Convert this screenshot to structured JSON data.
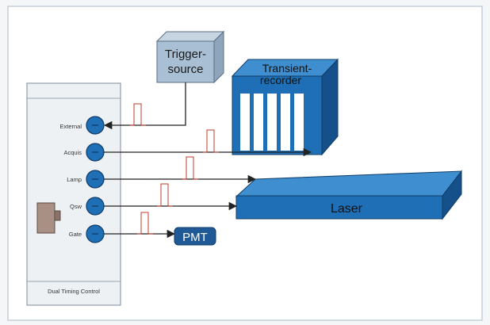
{
  "trigger_source": {
    "line1": "Trigger-",
    "line2": "source"
  },
  "transient_recorder": {
    "line1": "Transient-",
    "line2": "recorder"
  },
  "laser": {
    "label": "Laser"
  },
  "pmt": {
    "label": "PMT"
  },
  "timing_unit": {
    "footer": "Dual Timing Control",
    "ports": [
      {
        "id": "external",
        "label": "External"
      },
      {
        "id": "acquis",
        "label": "Acquis"
      },
      {
        "id": "lamp",
        "label": "Lamp"
      },
      {
        "id": "qsw",
        "label": "Qsw"
      },
      {
        "id": "gate",
        "label": "Gate"
      }
    ]
  },
  "colors": {
    "device_blue": "#1e6fb5",
    "device_blue_dark": "#15508a",
    "device_blue_light": "#3f8fd0",
    "trigger_gray": "#a9bfd3",
    "panel_bg": "#eef1f4",
    "pmt_bg": "#1f5a96",
    "page_bg": "#f4f6f8"
  }
}
